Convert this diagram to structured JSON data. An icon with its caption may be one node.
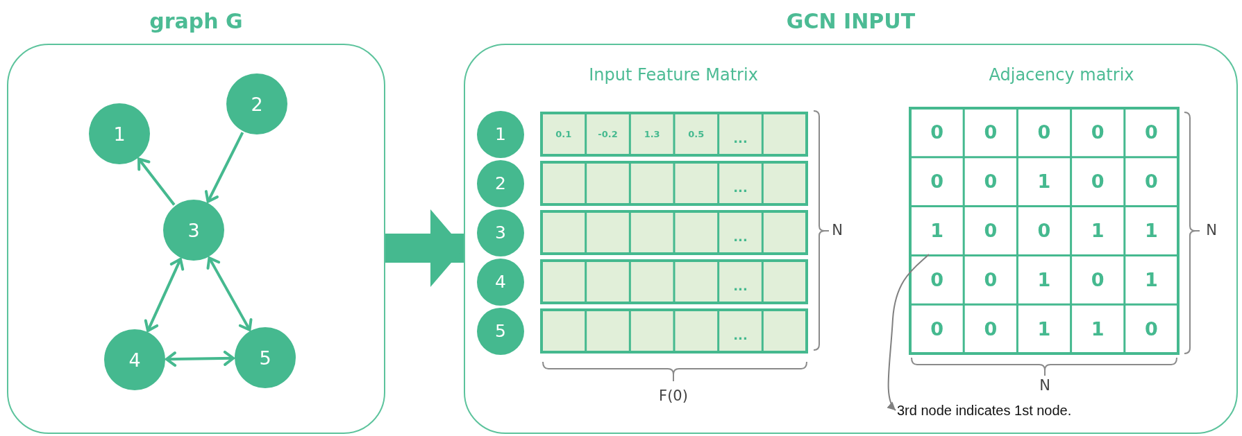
{
  "diagram": {
    "nodes": [
      {
        "text": [
          "graph G"
        ]
      },
      {
        "text": [
          "GCN INPUT"
        ]
      },
      {
        "text": [
          "1"
        ],
        "in": 0
      },
      {
        "text": [
          "2"
        ],
        "in": 0
      },
      {
        "text": [
          "3"
        ],
        "in": 0
      },
      {
        "text": [
          "4"
        ],
        "in": 0
      },
      {
        "text": [
          "5"
        ],
        "in": 0
      },
      {
        "text": [
          "1"
        ],
        "in": 1
      },
      {
        "text": [
          "2"
        ],
        "in": 1
      },
      {
        "text": [
          "3"
        ],
        "in": 1
      },
      {
        "text": [
          "4"
        ],
        "in": 1
      },
      {
        "text": [
          "5"
        ],
        "in": 1
      },
      {
        "text": [
          "3rd node indicates 1st node."
        ],
        "in": 1
      }
    ],
    "edges": [
      {
        "from": 4,
        "to": 2,
        "arrow": "to"
      },
      {
        "from": 3,
        "to": 4,
        "arrow": "to"
      },
      {
        "from": 4,
        "to": 5,
        "arrow": "both"
      },
      {
        "from": 4,
        "to": 6,
        "arrow": "both"
      },
      {
        "from": 5,
        "to": 6,
        "arrow": "both"
      },
      {
        "from": 0,
        "to": 1,
        "arrow": "to",
        "style": "thick"
      },
      {
        "from": null,
        "to": 12,
        "arrow": "to",
        "color": "#808080"
      }
    ],
    "labels": [
      "Input Feature Matrix",
      "Adjacency matrix",
      "0.1",
      "-0.2",
      "1.3",
      "0.5",
      "...",
      "...",
      "...",
      "...",
      "...",
      "N",
      "F(0)",
      "0",
      "0",
      "0",
      "0",
      "0",
      "0",
      "0",
      "1",
      "0",
      "0",
      "1",
      "0",
      "0",
      "1",
      "1",
      "0",
      "0",
      "1",
      "0",
      "1",
      "0",
      "0",
      "1",
      "1",
      "0",
      "N",
      "N"
    ]
  }
}
